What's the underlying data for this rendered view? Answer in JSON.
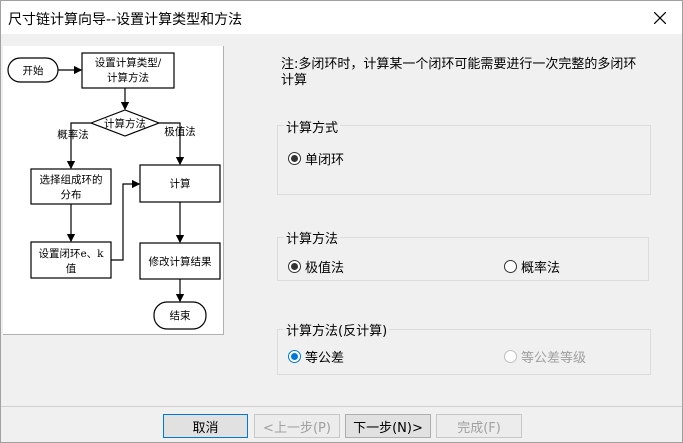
{
  "window": {
    "title": "尺寸链计算向导--设置计算类型和方法",
    "close_icon": "close-icon"
  },
  "flowchart": {
    "nodes": {
      "start": "开始",
      "set_type_1": "设置计算类型/",
      "set_type_2": "计算方法",
      "decision": "计算方法",
      "prob_label": "概率法",
      "extreme_label": "极值法",
      "select_1": "选择组成环的",
      "select_2": "分布",
      "calc": "计算",
      "set_closed_1": "设置闭环e、k",
      "set_closed_2": "值",
      "modify": "修改计算结果",
      "end": "结束"
    }
  },
  "note": "注:多闭环时，计算某一个闭环可能需要进行一次完整的多闭环计算",
  "calc_mode": {
    "label": "计算方式",
    "options": [
      {
        "label": "单闭环",
        "selected": true
      }
    ]
  },
  "calc_method": {
    "label": "计算方法",
    "options": [
      {
        "label": "极值法",
        "selected": true
      },
      {
        "label": "概率法",
        "selected": false
      }
    ]
  },
  "reverse_method": {
    "label": "计算方法(反计算)",
    "options": [
      {
        "label": "等公差",
        "selected": true
      },
      {
        "label": "等公差等级",
        "selected": false,
        "disabled": true
      }
    ]
  },
  "buttons": {
    "cancel": "取消",
    "prev": "<上一步(P)",
    "next": "下一步(N)>",
    "finish": "完成(F)"
  },
  "colors": {
    "accent": "#0078d7"
  }
}
